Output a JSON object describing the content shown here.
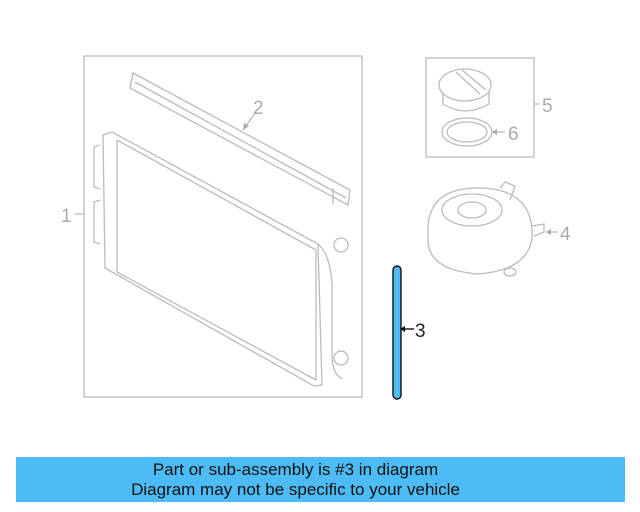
{
  "diagram": {
    "callouts": [
      "1",
      "2",
      "3",
      "4",
      "5",
      "6"
    ],
    "highlighted_part": "3",
    "highlight_color": "#4dbbf5"
  },
  "banner": {
    "line1": "Part or sub-assembly is #3 in diagram",
    "line2": "Diagram may not be specific to your vehicle",
    "color": "#4dbbf5"
  }
}
